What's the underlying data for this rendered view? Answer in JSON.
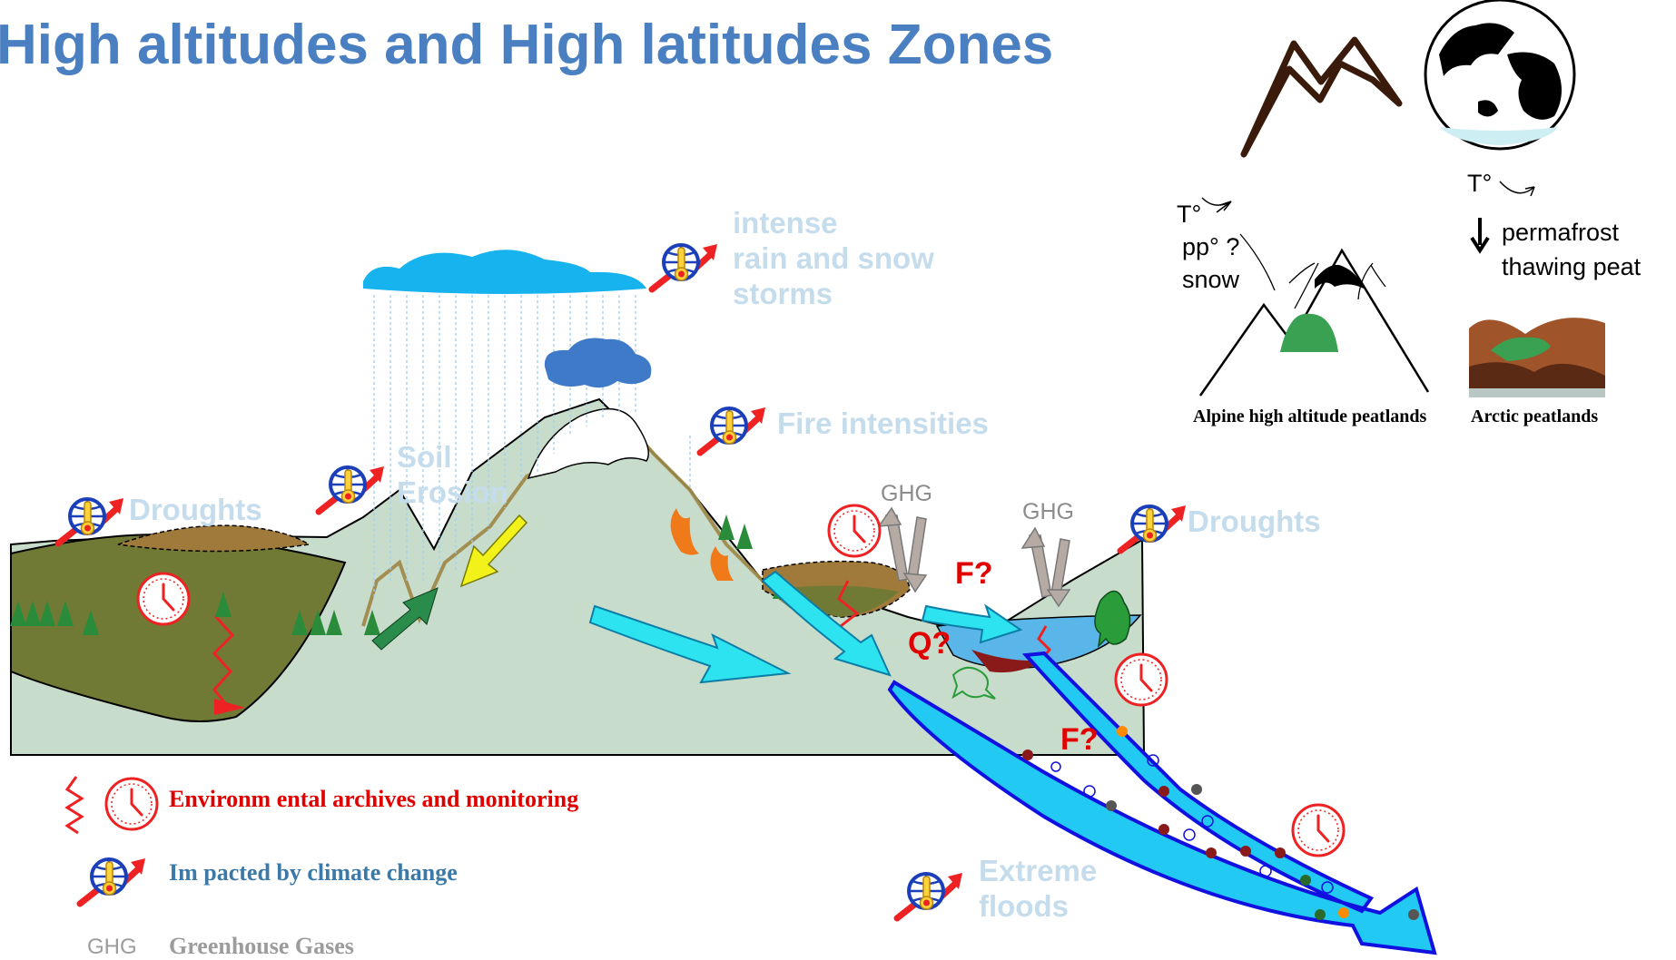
{
  "title": "High altitudes and High latitudes Zones",
  "labels": {
    "droughts_left": "Droughts",
    "soil_erosion": [
      "Soil",
      "Erosion"
    ],
    "storms": [
      "intense",
      "rain and snow",
      "storms"
    ],
    "fire": "Fire intensities",
    "droughts_right": "Droughts",
    "floods": [
      "Extreme",
      "floods"
    ]
  },
  "ghg_a": "GHG",
  "ghg_b": "GHG",
  "q_fluxes": {
    "f1": "F?",
    "q": "Q?",
    "f2": "F?"
  },
  "legend": {
    "archives": "Environm ental archives and monitoring",
    "impacted": "Im pacted by climate change",
    "ghg_abbr": "GHG",
    "ghg_full": "Greenhouse Gases"
  },
  "inset": {
    "alpine_t": "T°",
    "alpine_pp": "pp° ?",
    "alpine_snow": "snow",
    "arctic_t": "T°",
    "arctic_line1": "permafrost",
    "arctic_line2": "thawing peat",
    "alpine_caption": "Alpine  high altitude peatlands",
    "arctic_caption": "Arctic peatlands"
  },
  "colors": {
    "title": "#4a7fc1",
    "label": "#c5dcec",
    "ground": "#c8dccc",
    "peat": "#707a34",
    "arrow_water": "#2ee3f0",
    "legend_red": "#e00000",
    "legend_blue": "#3a79a8",
    "legend_grey": "#9c9c9c"
  }
}
